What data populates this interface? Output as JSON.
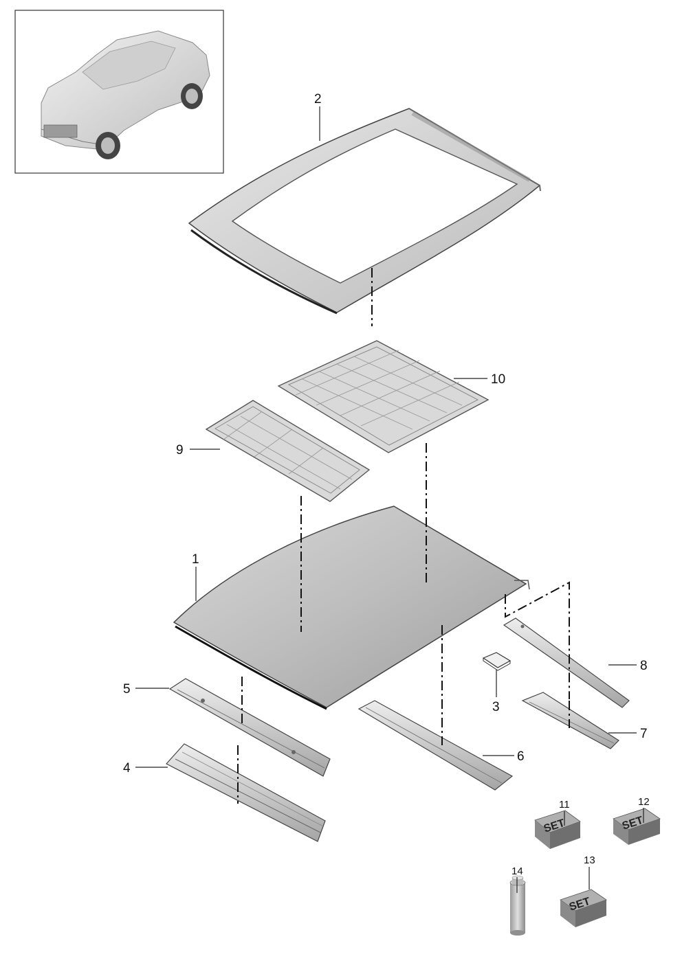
{
  "diagram": {
    "callouts": {
      "c1": "1",
      "c2": "2",
      "c3": "3",
      "c4": "4",
      "c5": "5",
      "c6": "6",
      "c7": "7",
      "c8": "8",
      "c9": "9",
      "c10": "10",
      "c11": "11",
      "c12": "12",
      "c13": "13",
      "c14": "14"
    },
    "set_label": "SET"
  },
  "colors": {
    "panel_light": "#e4e4e4",
    "panel_mid": "#c9c9c9",
    "panel_dark": "#8a8a8a",
    "outline": "#3a3a3a"
  },
  "icons": {
    "car_thumbnail": "suv-vehicle-icon"
  }
}
